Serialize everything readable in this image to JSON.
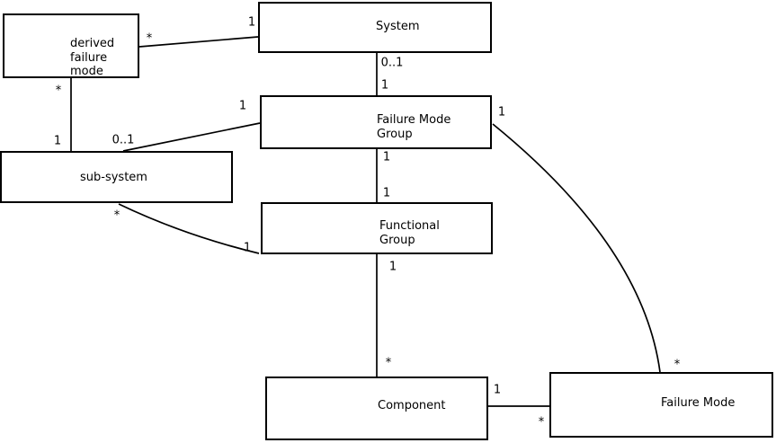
{
  "diagram": {
    "entities": [
      {
        "label": "derived\nfailure\nmode"
      },
      {
        "label": "System"
      },
      {
        "label": "Failure Mode\nGroup"
      },
      {
        "label": "sub-system"
      },
      {
        "label": "Functional\nGroup"
      },
      {
        "label": "Component"
      },
      {
        "label": "Failure Mode"
      }
    ],
    "relationships": [
      {
        "from": "derived failure mode",
        "to": "System",
        "from_card": "*",
        "to_card": "1"
      },
      {
        "from": "System",
        "to": "Failure Mode Group",
        "from_card": "0..1",
        "to_card": "1"
      },
      {
        "from": "derived failure mode",
        "to": "sub-system",
        "from_card": "*",
        "to_card": "1"
      },
      {
        "from": "sub-system",
        "to": "Failure Mode Group",
        "from_card": "0..1",
        "to_card": "1"
      },
      {
        "from": "Failure Mode Group",
        "to": "Functional Group",
        "from_card": "1",
        "to_card": "1"
      },
      {
        "from": "sub-system",
        "to": "Functional Group",
        "from_card": "*",
        "to_card": "1"
      },
      {
        "from": "Functional Group",
        "to": "Component",
        "from_card": "1",
        "to_card": "*"
      },
      {
        "from": "Component",
        "to": "Failure Mode",
        "from_card": "1",
        "to_card": "*"
      },
      {
        "from": "Failure Mode Group",
        "to": "Failure Mode",
        "from_card": "1",
        "to_card": "*"
      }
    ],
    "colors": {
      "line": "#000000",
      "background": "#ffffff",
      "text": "#000000"
    }
  }
}
